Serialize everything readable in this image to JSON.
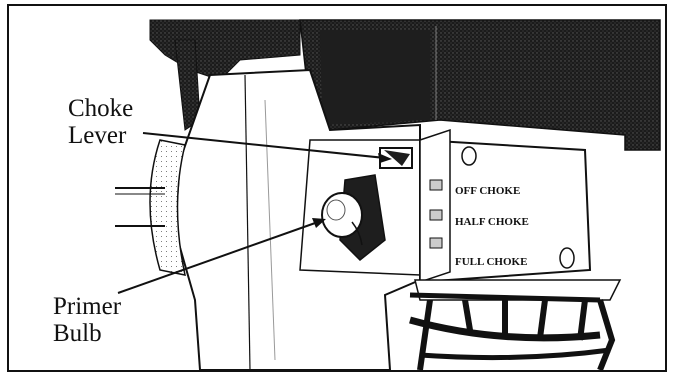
{
  "callouts": {
    "choke_line1": "Choke",
    "choke_line2": "Lever",
    "primer_line1": "Primer",
    "primer_line2": "Bulb"
  },
  "choke_plate": {
    "off": "OFF CHOKE",
    "half": "HALF CHOKE",
    "full": "FULL CHOKE"
  },
  "colors": {
    "ink": "#111111",
    "paper": "#ffffff",
    "shade": "#2a2a2a"
  }
}
